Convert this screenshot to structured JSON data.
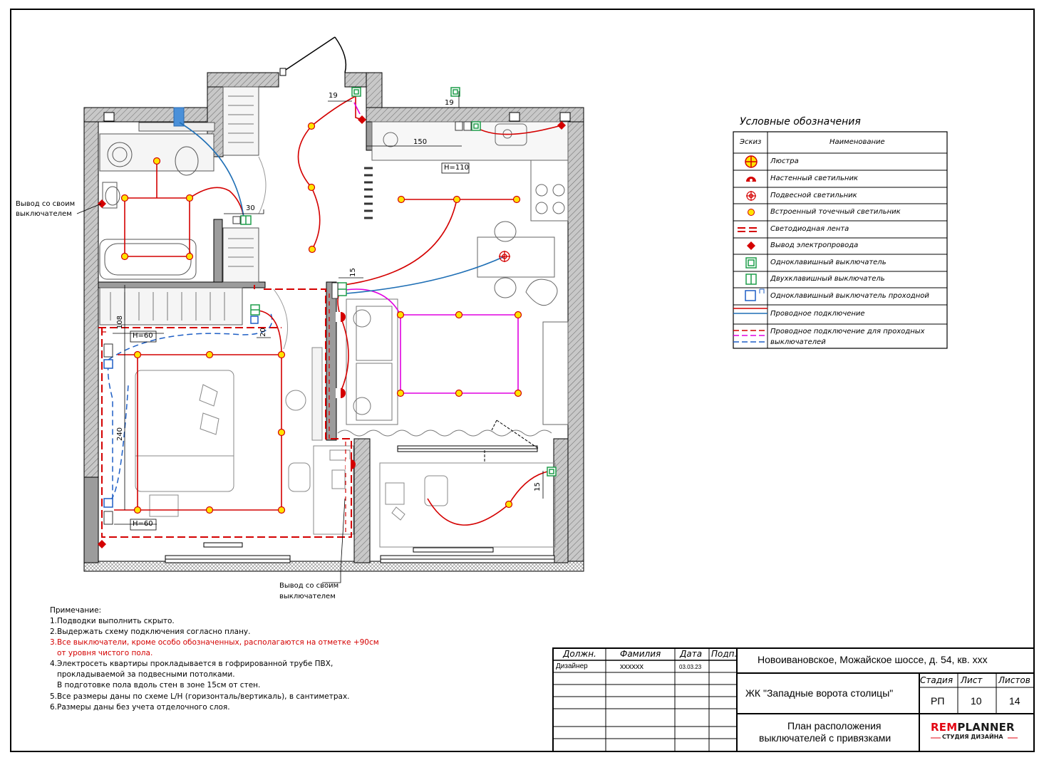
{
  "legend": {
    "title": "Условные обозначения",
    "col_sketch": "Эскиз",
    "col_name": "Наименование",
    "items": [
      {
        "name": "Люстра",
        "icon": "chandelier-icon"
      },
      {
        "name": "Настенный светильник",
        "icon": "wall-lamp-icon"
      },
      {
        "name": "Подвесной светильник",
        "icon": "pendant-lamp-icon"
      },
      {
        "name": "Встроенный точечный светильник",
        "icon": "spotlight-icon"
      },
      {
        "name": "Светодиодная лента",
        "icon": "led-strip-icon"
      },
      {
        "name": "Вывод электропровода",
        "icon": "wire-outlet-icon"
      },
      {
        "name": "Одноклавишный выключатель",
        "icon": "single-switch-icon"
      },
      {
        "name": "Двухклавишный выключатель",
        "icon": "double-switch-icon"
      },
      {
        "name": "Одноклавишный выключатель проходной",
        "icon": "passthrough-switch-icon"
      },
      {
        "name": "Проводное подключение",
        "icon": "wire-connection-icon"
      },
      {
        "name_line1": "Проводное подключение для проходных",
        "name_line2": "выключателей",
        "icon": "passthrough-wire-icon"
      }
    ]
  },
  "plan": {
    "outlet_label_left_1": "Вывод со своим",
    "outlet_label_left_2": "выключателем",
    "outlet_label_bottom_1": "Вывод со своим",
    "outlet_label_bottom_2": "выключателем",
    "dims": {
      "d19a": "19",
      "d19b": "19",
      "d150": "150",
      "h110": "H=110",
      "d30": "30",
      "d15a": "15",
      "d108": "108",
      "h60a": "H=60",
      "d20": "20",
      "d240": "240",
      "h60b": "H=60",
      "d15b": "15"
    }
  },
  "notes": {
    "title": "Примечание:",
    "n1": "1.Подводки выполнить скрыто.",
    "n2": "2.Выдержать схему подключения согласно плану.",
    "n3a": "3.Все выключатели, кроме особо обозначенных, располагаются на отметке +90см",
    "n3b": "от уровня чистого пола.",
    "n4a": "4.Электросеть квартиры прокладывается в гофрированной трубе ПВХ,",
    "n4b": "прокладываемой за подвесными потолками.",
    "n4c": "В подготовке пола вдоль стен в зоне 15см от стен.",
    "n5": "5.Все размеры даны по схеме L/H  (горизонталь/вертикаль), в сантиметрах.",
    "n6": "6.Размеры даны без учета отделочного слоя."
  },
  "titleblock": {
    "h_position": "Должн.",
    "h_surname": "Фамилия",
    "h_date": "Дата",
    "h_sign": "Подп.",
    "role": "Дизайнер",
    "surname": "xxxxxx",
    "date": "03.03.23",
    "address": "Новоивановское, Можайское шоссе, д. 54, кв. xxx",
    "complex": "ЖК \"Западные ворота столицы\"",
    "h_stage": "Стадия",
    "h_sheet": "Лист",
    "h_sheets": "Листов",
    "stage": "РП",
    "sheet": "10",
    "sheets": "14",
    "drawing_title_1": "План расположения",
    "drawing_title_2": "выключателей с привязками",
    "logo_rem": "REM",
    "logo_planner": "PLANNER",
    "logo_sub": "СТУДИЯ ДИЗАЙНА"
  },
  "colors": {
    "wire": "#d40000",
    "wire_blue": "#1f6fb5",
    "led_pink": "#e000e0",
    "spot_fill": "#ffe500",
    "spot_stroke": "#d40000",
    "switch_green": "#1e9e4a",
    "switch_blue": "#1f5fc5",
    "wall_fill": "#b8b8b8",
    "logo_red": "#e30613"
  }
}
